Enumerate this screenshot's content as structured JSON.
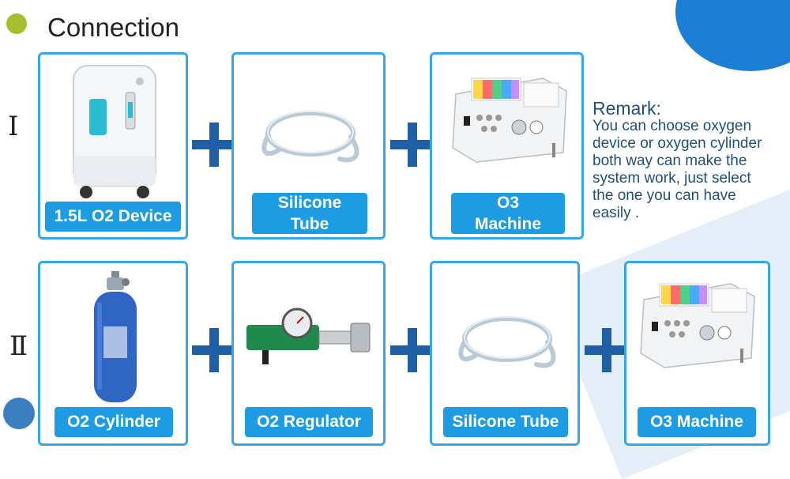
{
  "header": {
    "title": "Connection"
  },
  "rows": [
    {
      "numeral": "Ⅰ",
      "items": [
        {
          "label": "1.5L O2 Device",
          "icon": "oxygen-concentrator"
        },
        {
          "label": "Silicone\nTube",
          "icon": "silicone-tube"
        },
        {
          "label": "O3\nMachine",
          "icon": "ozone-machine"
        }
      ]
    },
    {
      "numeral": "Ⅱ",
      "items": [
        {
          "label": "O2 Cylinder",
          "icon": "oxygen-cylinder"
        },
        {
          "label": "O2 Regulator",
          "icon": "oxygen-regulator"
        },
        {
          "label": "Silicone Tube",
          "icon": "silicone-tube"
        },
        {
          "label": "O3 Machine",
          "icon": "ozone-machine"
        }
      ]
    }
  ],
  "remark": {
    "heading": "Remark:",
    "lines": [
      "You can choose oxygen",
      "device or oxygen cylinder",
      "both way can make the",
      "system work, just select",
      "the one you can have",
      "easily ."
    ]
  },
  "colors": {
    "card_border": "#34a7e6",
    "label_bg": "#1d9be3",
    "plus": "#1f5fa6",
    "remark_text": "#1f4f78"
  }
}
